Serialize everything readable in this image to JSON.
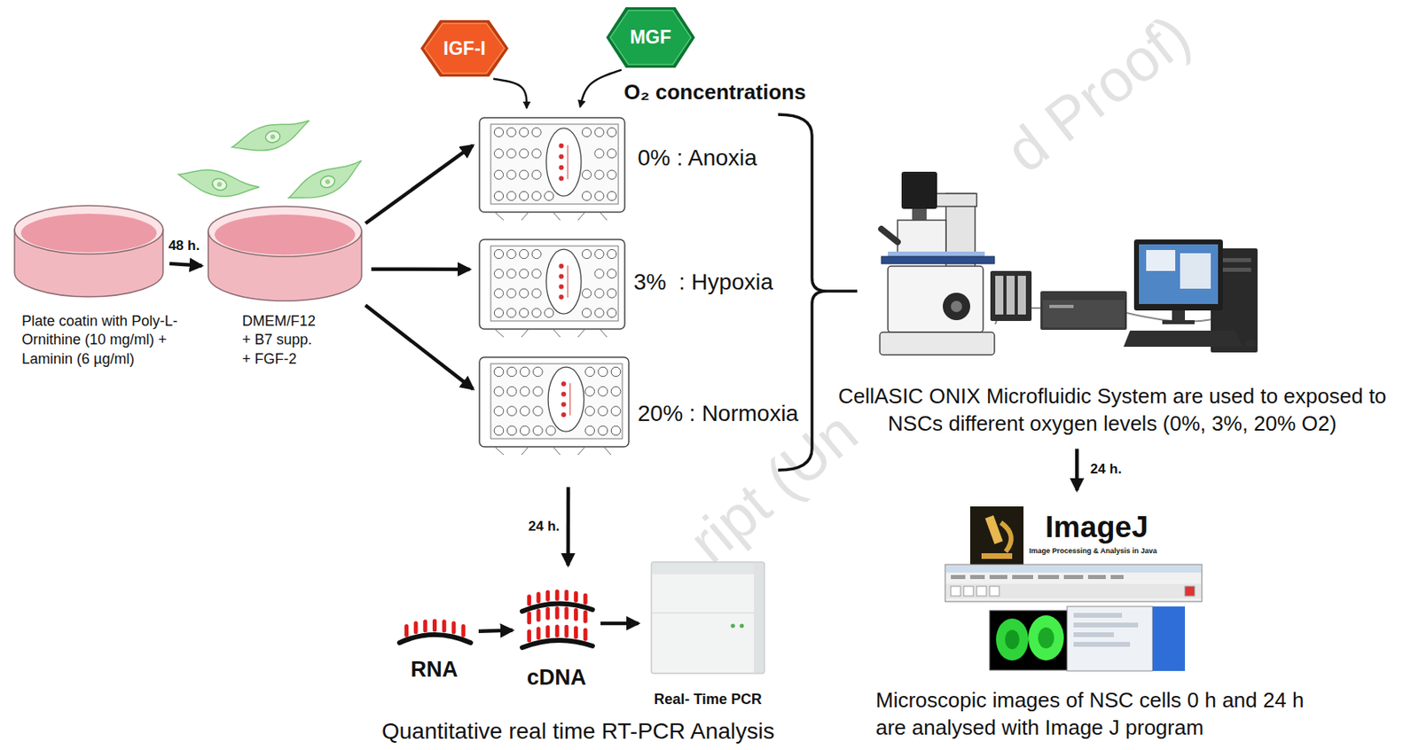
{
  "diagram": {
    "nodes": [
      {
        "text": [
          "Plate coatin with Poly-L-Ornithine (10 mg/ml) + Laminin (6 µg/ml)"
        ]
      },
      {
        "text": [
          "DMEM/F12 + B7 supp. + FGF-2"
        ]
      },
      {
        "text": [
          "IGF-I"
        ]
      },
      {
        "text": [
          "MGF"
        ]
      },
      {
        "text": [
          "0% : Anoxia"
        ]
      },
      {
        "text": [
          "3%  : Hypoxia"
        ]
      },
      {
        "text": [
          "20% : Normoxia"
        ]
      },
      {
        "text": [
          "CellASIC ONIX Microfluidic System are used to exposed to NSCs different oxygen levels (0%, 3%, 20% O2)"
        ]
      },
      {
        "text": [
          "ImageJ",
          "Image Processing & Analysis in Java",
          "Microscopic images of NSC cells 0 h and 24 h are analysed with Image J program"
        ]
      },
      {
        "text": [
          "RNA"
        ]
      },
      {
        "text": [
          "cDNA"
        ]
      },
      {
        "text": [
          "Real- Time PCR"
        ]
      }
    ],
    "edges": [
      {
        "from": 0,
        "to": 1,
        "arrow": "to",
        "label": "48 h."
      },
      {
        "from": 1,
        "to": 4,
        "arrow": "to"
      },
      {
        "from": 1,
        "to": 5,
        "arrow": "to"
      },
      {
        "from": 1,
        "to": 6,
        "arrow": "to"
      },
      {
        "from": 2,
        "to": 4,
        "arrow": "to"
      },
      {
        "from": 3,
        "to": 4,
        "arrow": "to"
      },
      {
        "from": 7,
        "to": 8,
        "arrow": "to",
        "label": "24 h."
      },
      {
        "from": 6,
        "to": 10,
        "arrow": "to",
        "label": "24 h."
      },
      {
        "from": 9,
        "to": 10,
        "arrow": "to"
      },
      {
        "from": 10,
        "to": 11,
        "arrow": "to"
      }
    ],
    "labels": [
      "O₂ concentrations",
      "Quantitative real time RT-PCR Analysis",
      "d Proof)",
      "ript (Un"
    ]
  }
}
